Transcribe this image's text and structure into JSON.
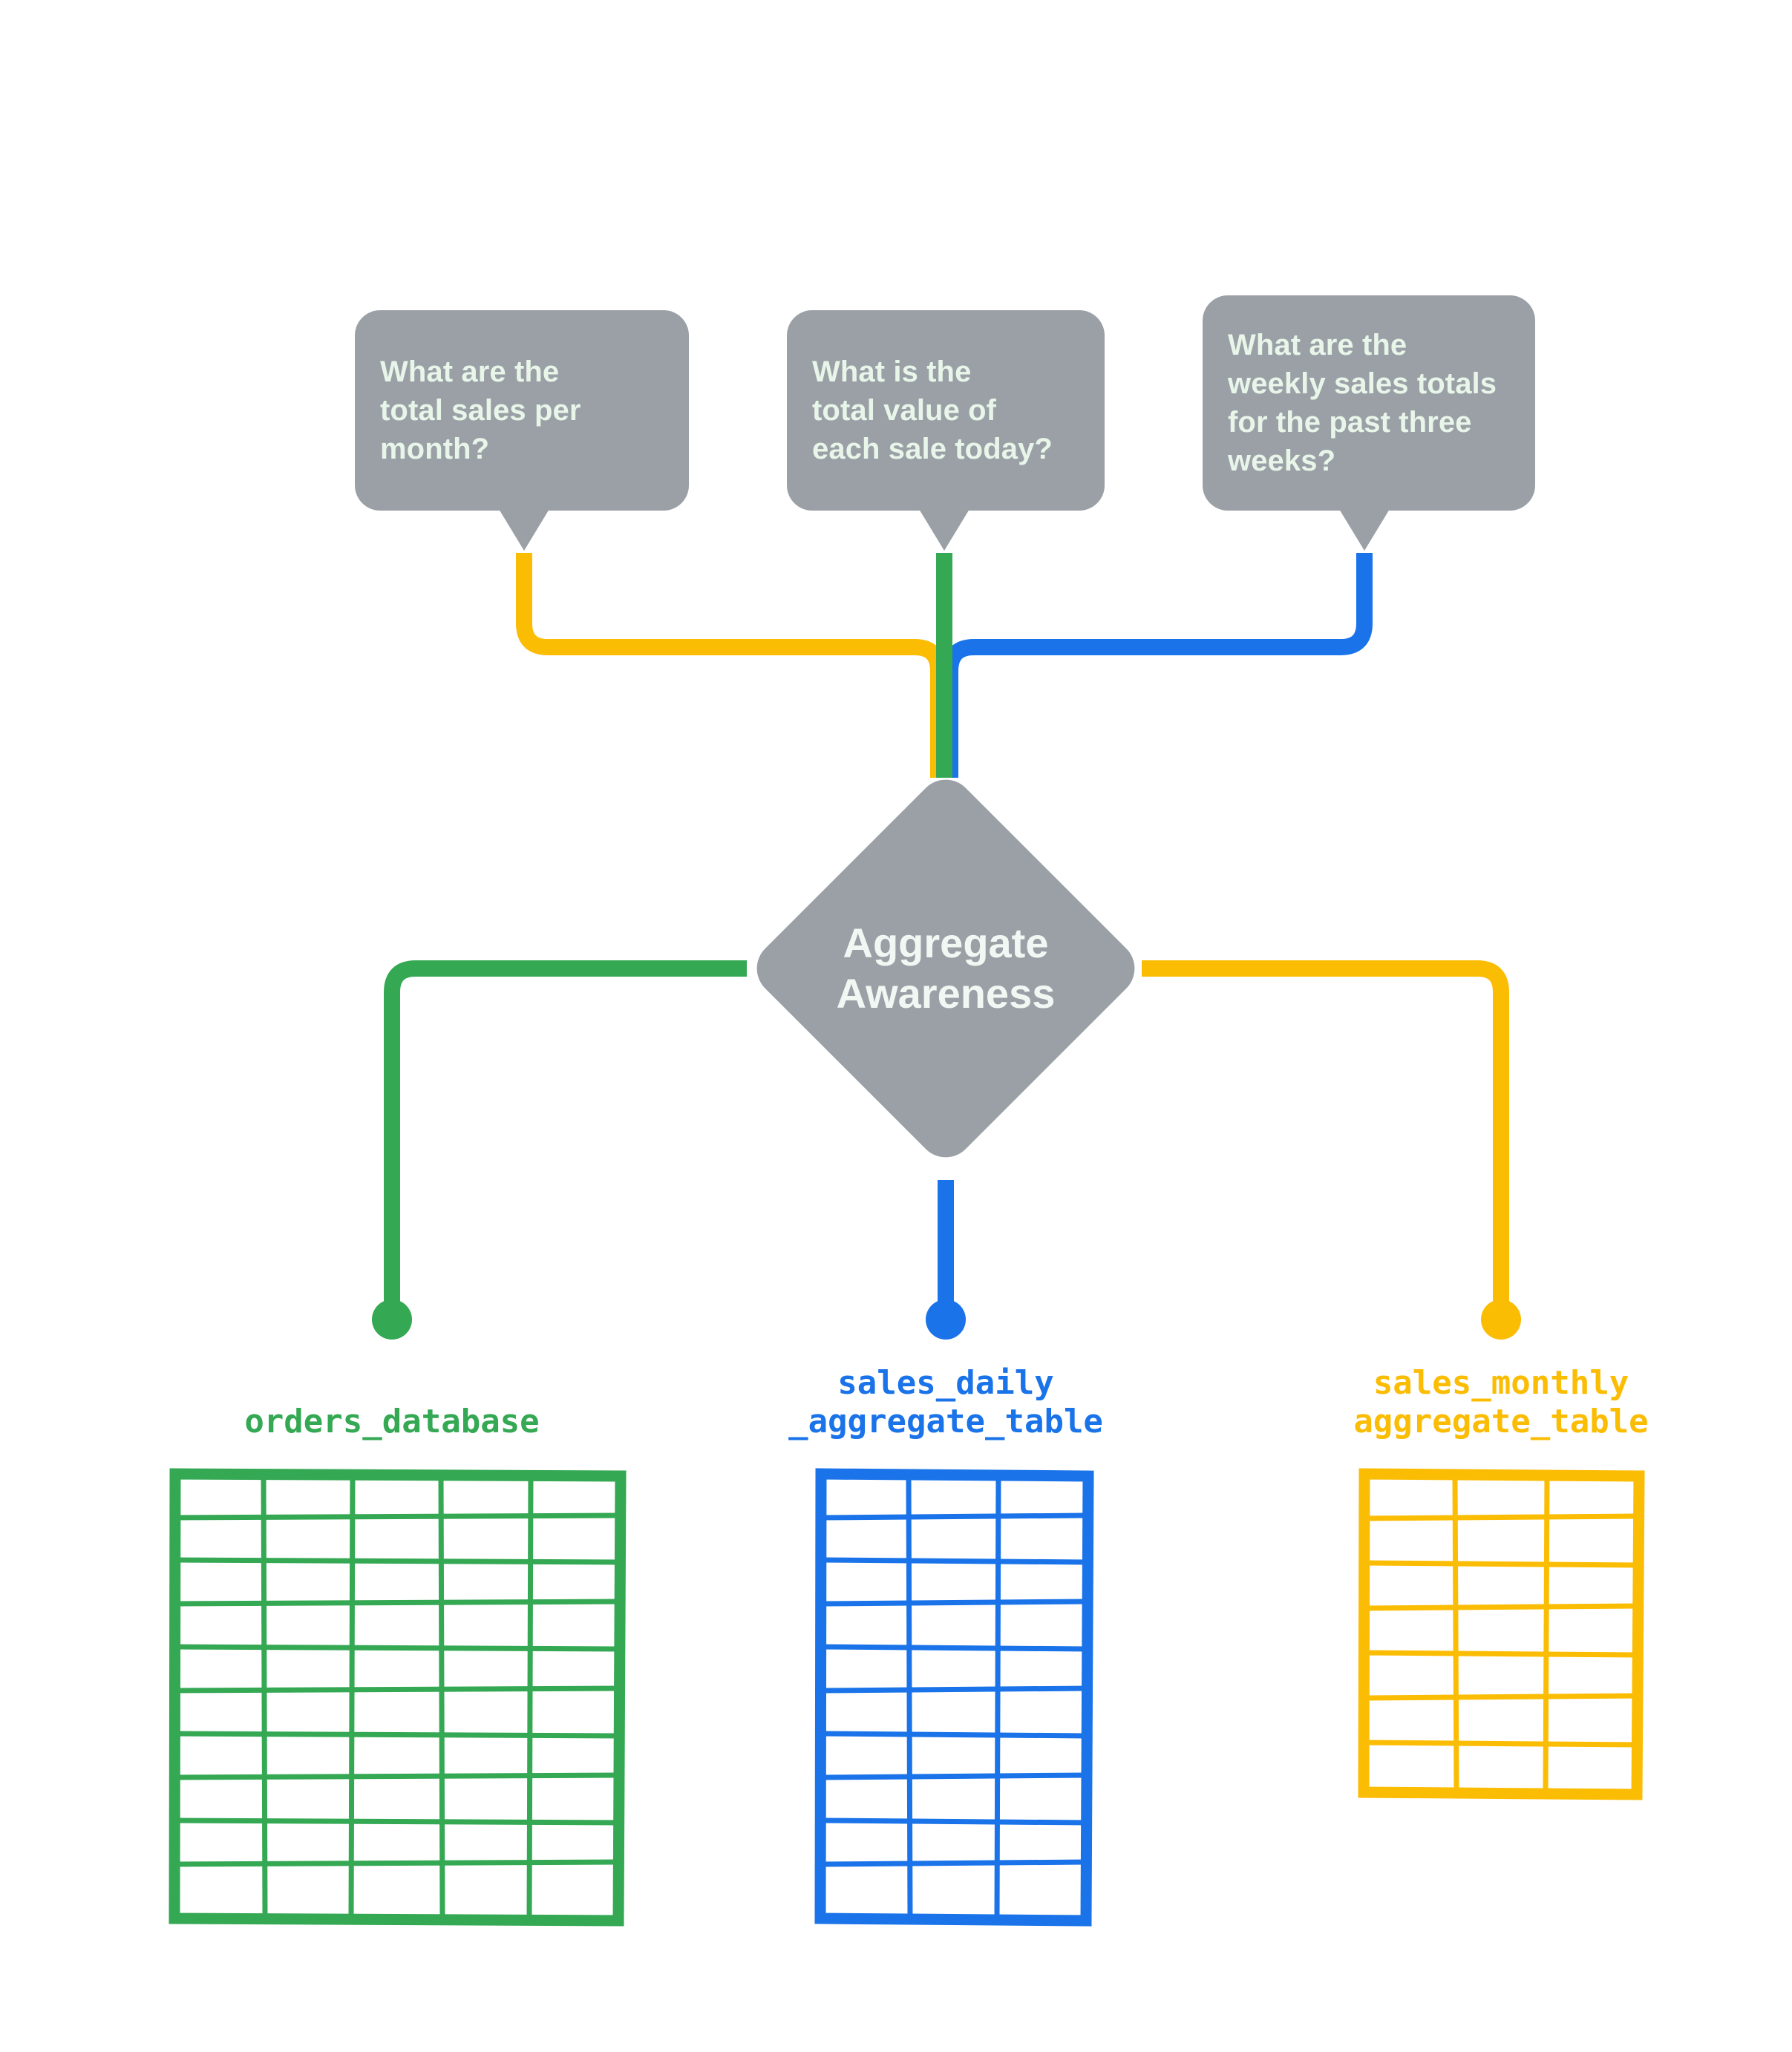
{
  "diagram": {
    "title": "Aggregate Awareness",
    "background_color": "#FFFFFF",
    "colors": {
      "node_gray": "#9AA0A6",
      "bubble_text": "#E8F5E9",
      "green": "#34A853",
      "blue": "#1A73E8",
      "yellow": "#FBBC04"
    }
  },
  "questions": [
    {
      "id": "question-monthly",
      "text": "What are the\ntotal sales per\nmonth?",
      "wire_color": "#FBBC04"
    },
    {
      "id": "question-daily",
      "text": "What is the\ntotal value of\neach sale today?",
      "wire_color": "#34A853"
    },
    {
      "id": "question-weekly",
      "text": "What are the\nweekly sales totals\nfor the past three\nweeks?",
      "wire_color": "#1A73E8"
    }
  ],
  "center_node": {
    "label": "Aggregate\nAwareness",
    "shape": "diamond",
    "fill": "#9AA0A6"
  },
  "tables": [
    {
      "id": "orders-database",
      "caption": "orders_database",
      "color": "#34A853",
      "columns": 5,
      "rows": 10
    },
    {
      "id": "sales-daily-aggregate-table",
      "caption": "sales_daily\n_aggregate_table",
      "color": "#1A73E8",
      "columns": 3,
      "rows": 10
    },
    {
      "id": "sales-monthly-aggregate-table",
      "caption": "sales_monthly\naggregate_table",
      "color": "#FBBC04",
      "columns": 3,
      "rows": 7
    }
  ],
  "connections": [
    {
      "from": "question-monthly",
      "to": "center_node",
      "color": "#FBBC04"
    },
    {
      "from": "question-daily",
      "to": "center_node",
      "color": "#34A853"
    },
    {
      "from": "question-weekly",
      "to": "center_node",
      "color": "#1A73E8"
    },
    {
      "from": "center_node",
      "to": "orders-database",
      "color": "#34A853"
    },
    {
      "from": "center_node",
      "to": "sales-daily-aggregate-table",
      "color": "#1A73E8"
    },
    {
      "from": "center_node",
      "to": "sales-monthly-aggregate-table",
      "color": "#FBBC04"
    }
  ]
}
